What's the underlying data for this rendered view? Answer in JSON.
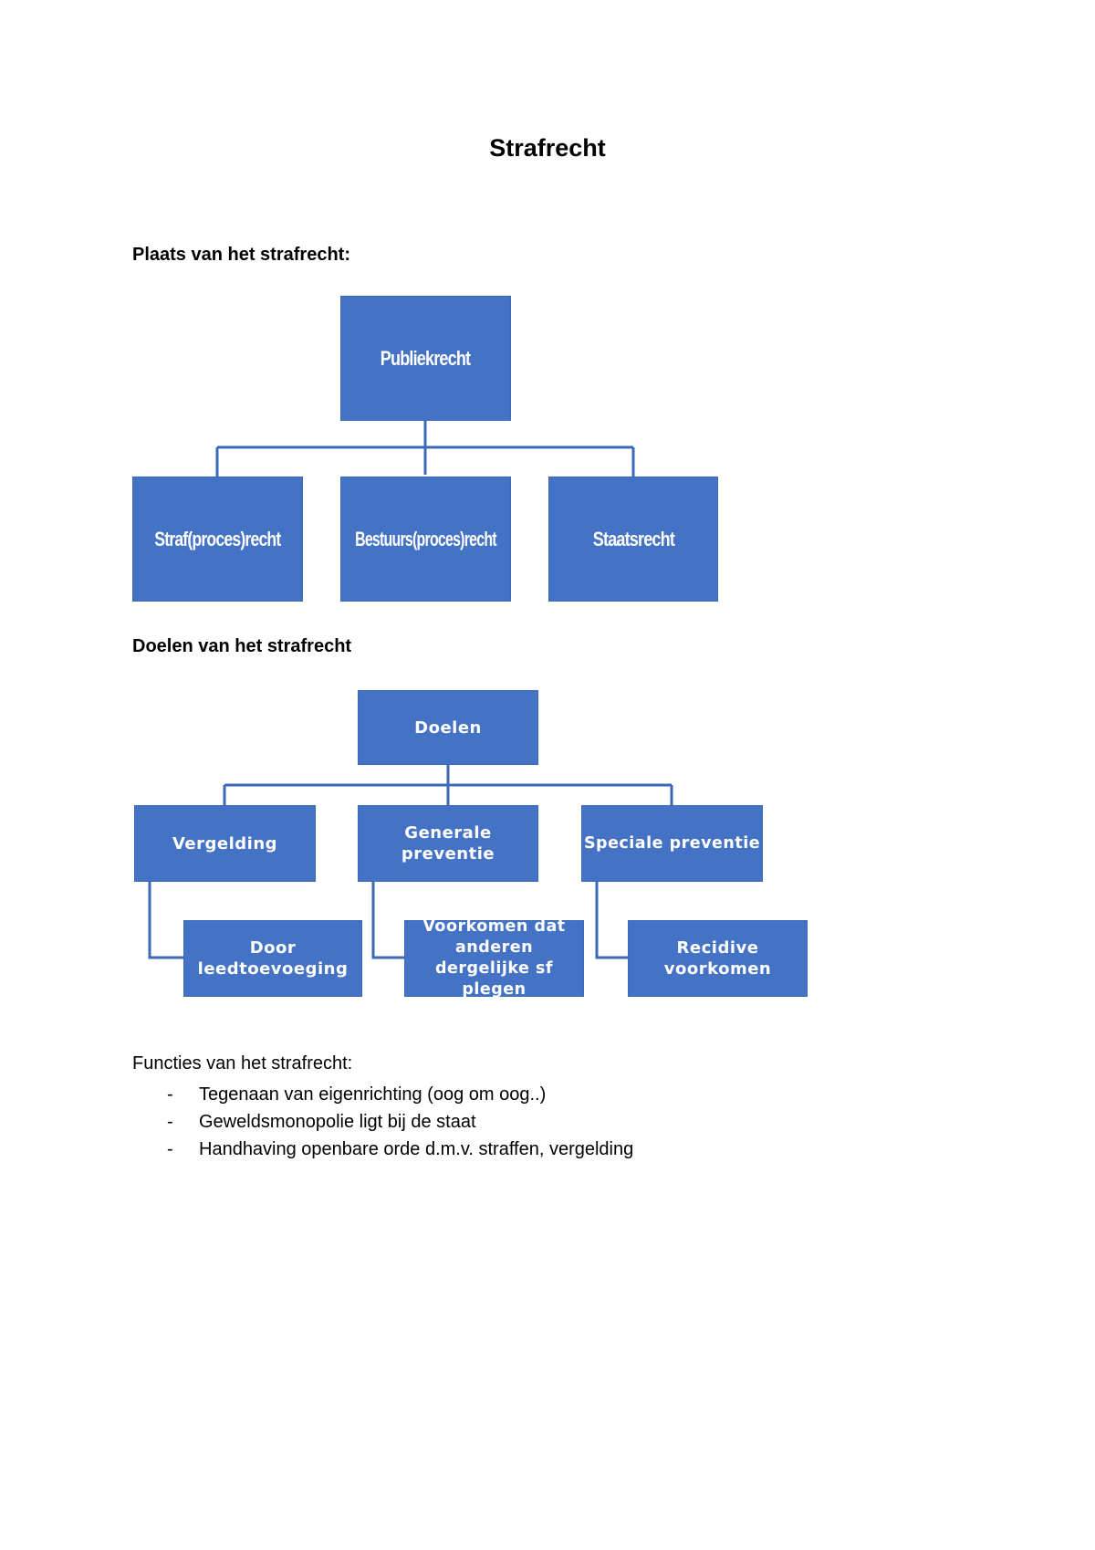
{
  "title": "Strafrecht",
  "section_plaats": {
    "heading": "Plaats van het strafrecht:",
    "root": "Publiekrecht",
    "children": [
      "Straf(proces)recht",
      "Bestuurs(proces)recht",
      "Staatsrecht"
    ]
  },
  "section_doelen": {
    "heading": "Doelen van het strafrecht",
    "root": "Doelen",
    "children": [
      "Vergelding",
      "Generale preventie",
      "Speciale preventie"
    ],
    "sub_children": [
      "Door leedtoevoeging",
      "Voorkomen dat anderen dergelijke sf plegen",
      "Recidive voorkomen"
    ]
  },
  "section_functies": {
    "heading": "Functies van het strafrecht:",
    "bullet_marker": "-",
    "items": [
      "Tegenaan van eigenrichting (oog om oog..)",
      "Geweldsmonopolie ligt bij de staat",
      "Handhaving openbare orde d.m.v. straffen, vergelding"
    ]
  },
  "colors": {
    "box_fill": "#4472c4",
    "connector": "#3d68b4"
  }
}
